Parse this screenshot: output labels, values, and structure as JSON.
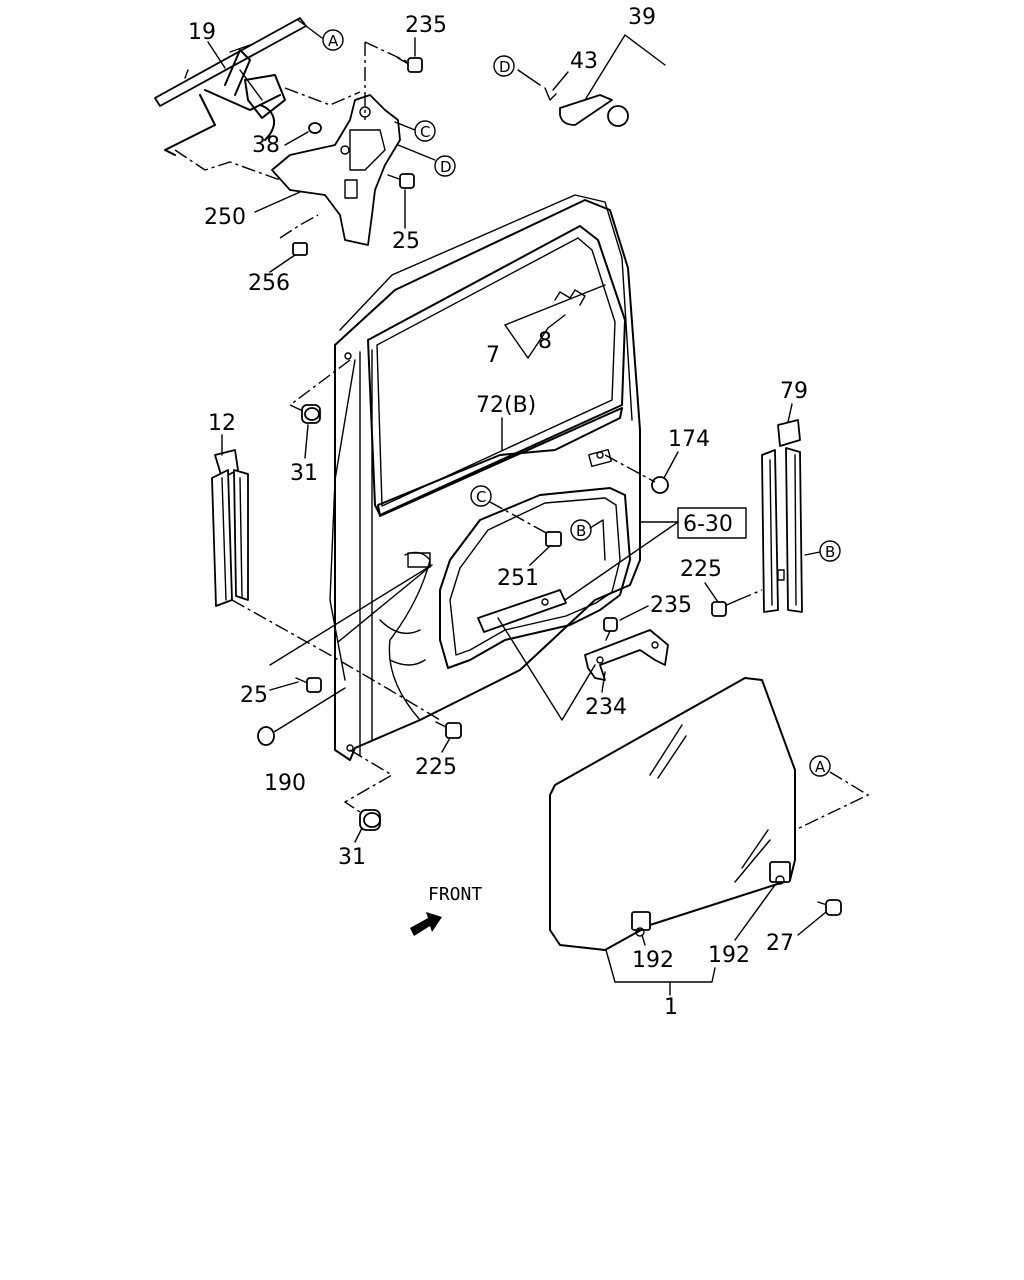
{
  "callouts": {
    "p19": "19",
    "p235a": "235",
    "p39": "39",
    "p43": "43",
    "p38": "38",
    "p250": "250",
    "p25a": "25",
    "p256": "256",
    "p7": "7",
    "p8": "8",
    "p12": "12",
    "p72b": "72(B)",
    "p174": "174",
    "p79": "79",
    "p31a": "31",
    "p6_30": "6-30",
    "p251": "251",
    "p225a": "225",
    "p235b": "235",
    "p25b": "25",
    "p234": "234",
    "p190": "190",
    "p225b": "225",
    "p31b": "31",
    "p27": "27",
    "p192a": "192",
    "p192b": "192",
    "p1": "1"
  },
  "refs": {
    "A": "A",
    "B": "B",
    "C": "C",
    "D": "D"
  },
  "front_label": "FRONT"
}
